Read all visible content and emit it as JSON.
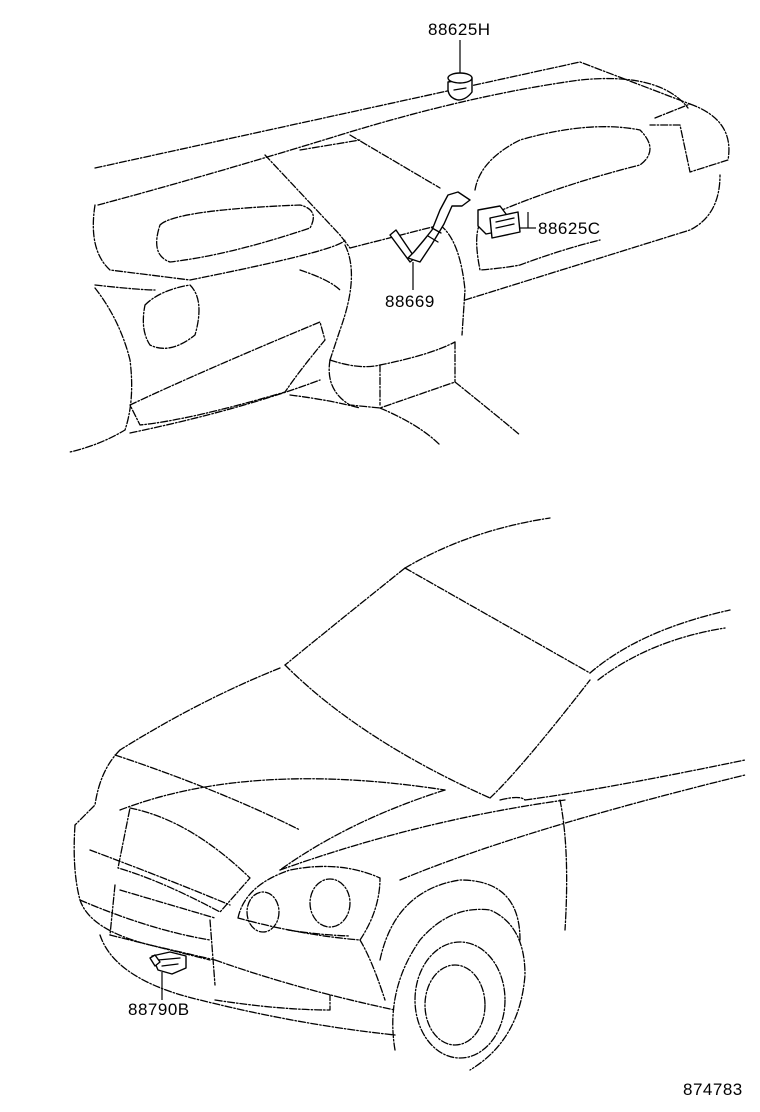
{
  "labels": {
    "part_88625H": "88625H",
    "part_88625C": "88625C",
    "part_88669": "88669",
    "part_88790B": "88790B",
    "diagram_number": "874783"
  },
  "icons": [
    "dashboard-outline",
    "car-front-outline",
    "cabin-sensor",
    "humidity-sensor",
    "hose",
    "ambient-temp-sensor"
  ]
}
